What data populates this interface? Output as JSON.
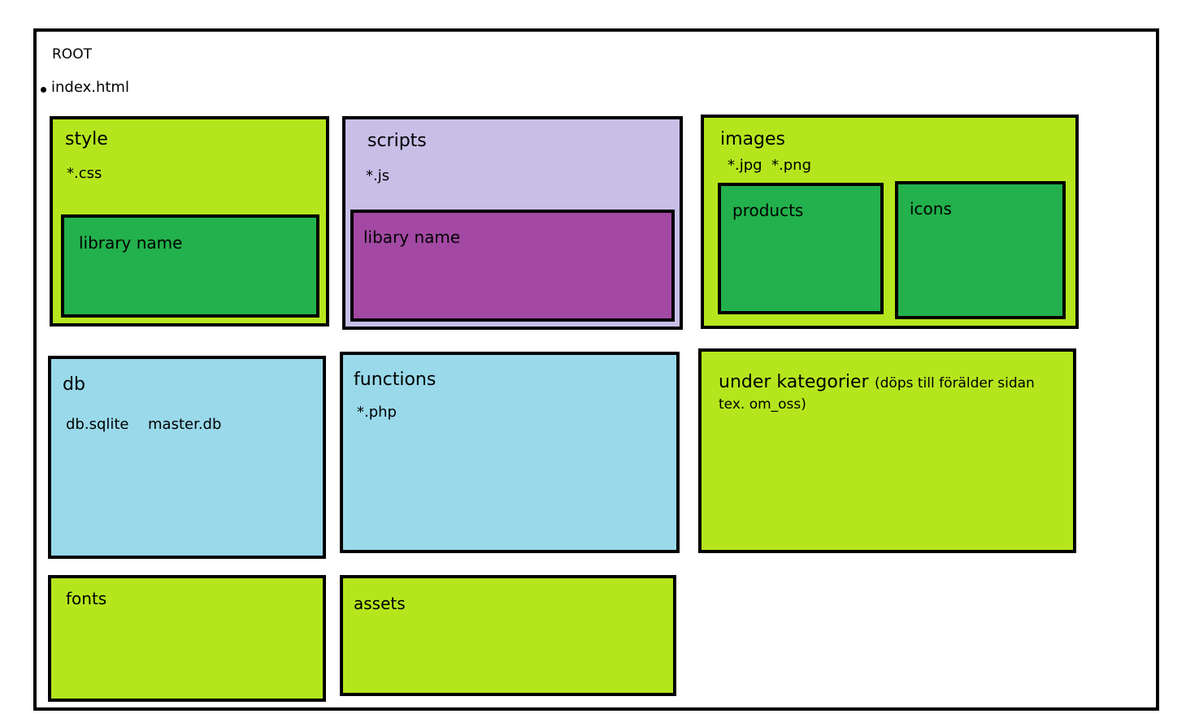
{
  "root": {
    "label": "ROOT",
    "index_file": "index.html"
  },
  "folders": {
    "style": {
      "title": "style",
      "files": "*.css",
      "sub": "library name"
    },
    "scripts": {
      "title": "scripts",
      "files": "*.js",
      "sub": "libary name"
    },
    "images": {
      "title": "images",
      "files": "*.jpg  *.png",
      "sub_products": "products",
      "sub_icons": "icons"
    },
    "db": {
      "title": "db",
      "file1": "db.sqlite",
      "file2": "master.db"
    },
    "functions": {
      "title": "functions",
      "files": "*.php"
    },
    "under_kategorier": {
      "title": "under kategorier",
      "note_line1": "(döps till förälder sidan",
      "note_line2": "tex. om_oss)"
    },
    "fonts": {
      "title": "fonts"
    },
    "assets": {
      "title": "assets"
    }
  },
  "colors": {
    "lime": "#b5e61d",
    "green": "#22b14c",
    "lavender": "#c8bfe7",
    "purple": "#a349a4",
    "sky": "#99d9ea",
    "border": "#000000"
  }
}
